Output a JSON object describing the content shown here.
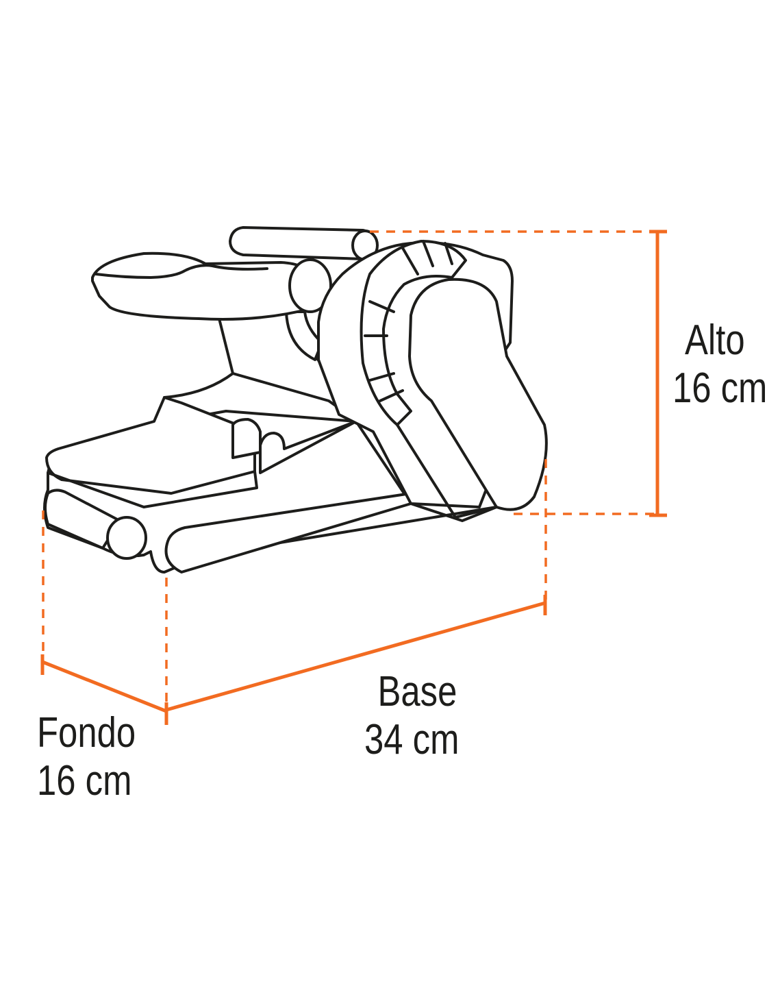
{
  "colors": {
    "dimension": "#f26b21",
    "outline": "#1d1d1b",
    "background": "#ffffff"
  },
  "dimensions": {
    "alto": {
      "name": "Alto",
      "value": "16 cm"
    },
    "base": {
      "name": "Base",
      "value": "34 cm"
    },
    "fondo": {
      "name": "Fondo",
      "value": "16 cm"
    }
  }
}
